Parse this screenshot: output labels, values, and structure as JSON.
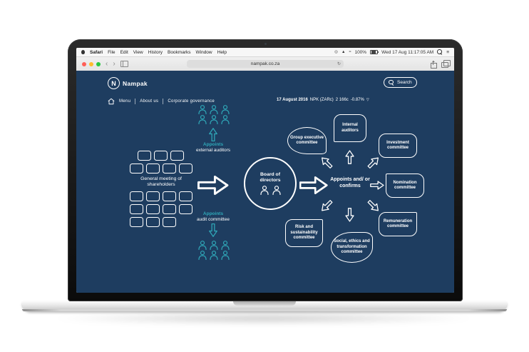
{
  "menubar": {
    "items": [
      "Safari",
      "File",
      "Edit",
      "View",
      "History",
      "Bookmarks",
      "Window",
      "Help"
    ],
    "status_glyphs": [
      "◎",
      "▲",
      "≈"
    ],
    "battery_pct": "100%",
    "clock": "Wed 17 Aug 11:17:05 AM",
    "list_icon": "≡"
  },
  "browser": {
    "url": "nampak.co.za",
    "back_icon": "‹",
    "forward_icon": "›",
    "refresh_icon": "↻"
  },
  "site": {
    "brand": {
      "initial": "N",
      "name": "Nampak"
    },
    "nav": {
      "menu": "Menu",
      "about": "About us",
      "governance": "Corporate governance"
    },
    "ticker": {
      "date": "17 August 2016",
      "symbol": "NPK (ZARc)",
      "price": "2 166c",
      "change": "-0.87%",
      "direction": "▽"
    },
    "search": {
      "label": "Search"
    }
  },
  "diagram": {
    "shareholders_label": "General meeting of shareholders",
    "appoints_external": {
      "lead": "Appoints",
      "rest": "external auditors"
    },
    "appoints_audit": {
      "lead": "Appoints",
      "rest": "audit committee"
    },
    "board_label": "Board of directors",
    "center_label": "Appoints and/ or confirms",
    "committees": [
      {
        "label": "Group executive committee"
      },
      {
        "label": "Internal auditors"
      },
      {
        "label": "Investment committee"
      },
      {
        "label": "Nomination committee"
      },
      {
        "label": "Remuneration committee"
      },
      {
        "label": "Social, ethics and transformation committee"
      },
      {
        "label": "Risk and sustainability committee"
      }
    ]
  },
  "colors": {
    "navy": "#1e3d60",
    "teal": "#2fa8b8",
    "white": "#ffffff"
  }
}
